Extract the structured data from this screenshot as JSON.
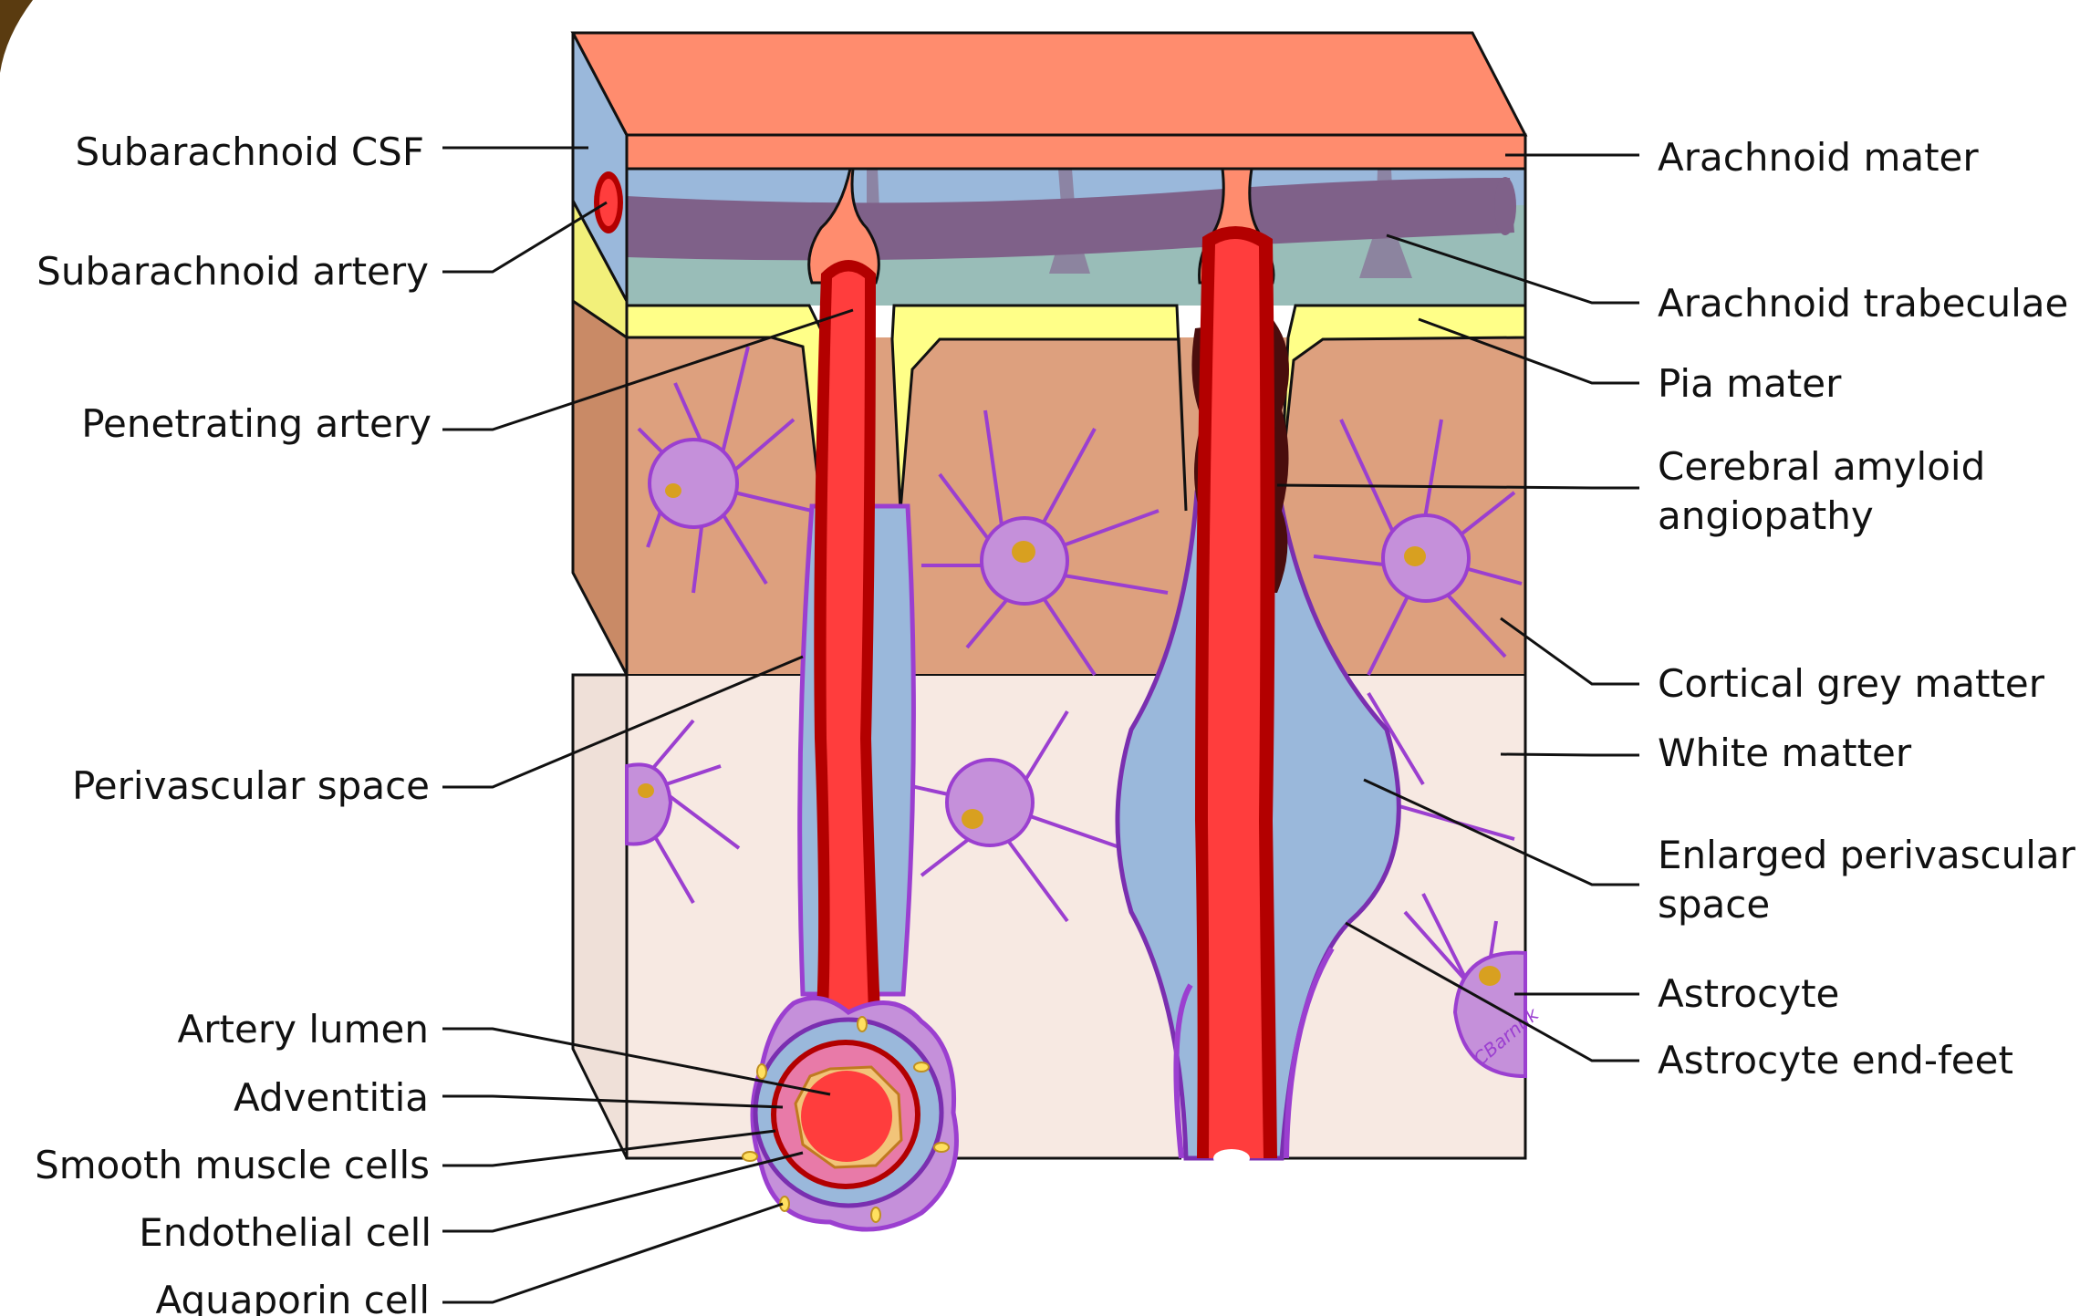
{
  "labels_left": [
    {
      "id": "subarachnoid-csf",
      "text": "Subarachnoid CSF"
    },
    {
      "id": "subarachnoid-artery",
      "text": "Subarachnoid artery"
    },
    {
      "id": "penetrating-artery",
      "text": "Penetrating artery"
    },
    {
      "id": "perivascular-space",
      "text": "Perivascular space"
    },
    {
      "id": "artery-lumen",
      "text": "Artery lumen"
    },
    {
      "id": "adventitia",
      "text": "Adventitia"
    },
    {
      "id": "smooth-muscle-cells",
      "text": "Smooth muscle cells"
    },
    {
      "id": "endothelial-cell",
      "text": "Endothelial cell"
    },
    {
      "id": "aquaporin-cell",
      "text": "Aquaporin cell"
    }
  ],
  "labels_right": [
    {
      "id": "arachnoid-mater",
      "lines": [
        "Arachnoid mater"
      ]
    },
    {
      "id": "arachnoid-trabeculae",
      "lines": [
        "Arachnoid trabeculae"
      ]
    },
    {
      "id": "pia-mater",
      "lines": [
        "Pia mater"
      ]
    },
    {
      "id": "cerebral-amyloid-angiopathy",
      "lines": [
        "Cerebral amyloid",
        "angiopathy"
      ]
    },
    {
      "id": "cortical-grey-matter",
      "lines": [
        "Cortical grey matter"
      ]
    },
    {
      "id": "white-matter",
      "lines": [
        "White matter"
      ]
    },
    {
      "id": "enlarged-perivascular-space",
      "lines": [
        "Enlarged perivascular",
        "space"
      ]
    },
    {
      "id": "astrocyte",
      "lines": [
        "Astrocyte"
      ]
    },
    {
      "id": "astrocyte-end-feet",
      "lines": [
        "Astrocyte end-feet"
      ]
    }
  ],
  "signature": "CBarnuk",
  "colors": {
    "arachnoid": "#ff8c6e",
    "csf": "#9ab8db",
    "trabeculae": "#7f6189",
    "csf_deep": "#99bdb8",
    "pia": "#ffff88",
    "grey_matter": "#dda07e",
    "white_matter": "#f7e9e2",
    "artery": "#ff3d3d",
    "artery_wall": "#b30000",
    "astrocyte": "#c590da",
    "astrocyte_line": "#9b3fd0",
    "nucleus": "#d8a020",
    "amyloid": "#4a0d0d"
  }
}
